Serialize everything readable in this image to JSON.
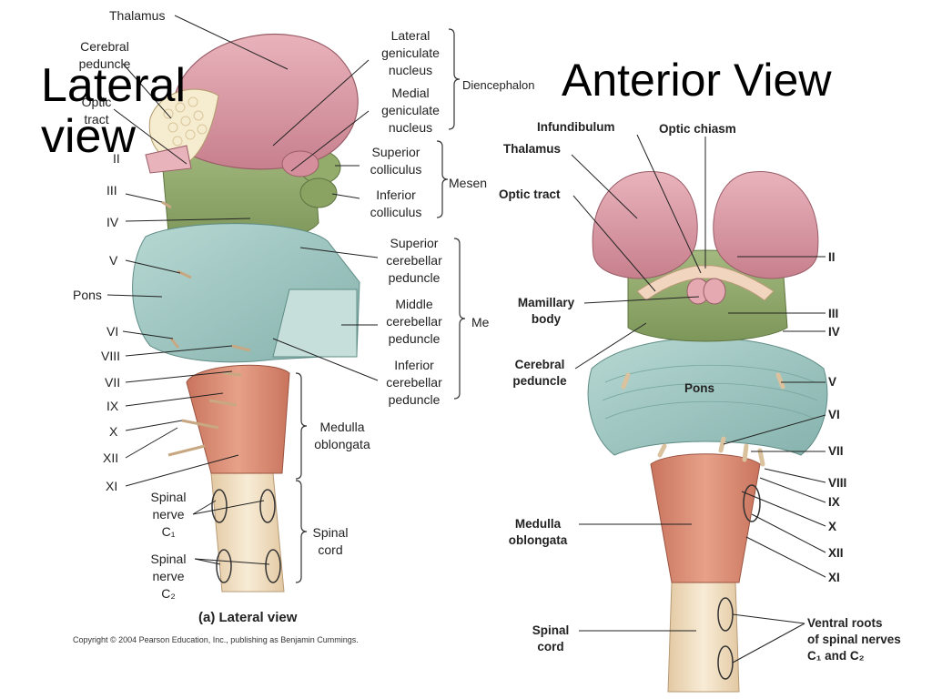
{
  "titles": {
    "lateral": "Lateral view",
    "anterior": "Anterior View"
  },
  "lateral": {
    "caption": "(a) Lateral view",
    "copyright": "Copyright © 2004 Pearson Education, Inc., publishing as Benjamin Cummings.",
    "labels": {
      "thalamus": "Thalamus",
      "cerebral_peduncle": "Cerebral\npeduncle",
      "optic_tract": "Optic\ntract",
      "ii": "II",
      "iii": "III",
      "iv": "IV",
      "v": "V",
      "pons": "Pons",
      "vi": "VI",
      "viii": "VIII",
      "vii": "VII",
      "ix": "IX",
      "x": "X",
      "xii": "XII",
      "xi": "XI",
      "lateral_geniculate": "Lateral\ngeniculate\nnucleus",
      "medial_geniculate": "Medial\ngeniculate\nnucleus",
      "diencephalon": "Diencephalon",
      "superior_colliculus": "Superior\ncolliculus",
      "inferior_colliculus": "Inferior\ncolliculus",
      "mesencephalon": "Mesen",
      "superior_cerebellar_peduncle": "Superior\ncerebellar\npeduncle",
      "middle_cerebellar_peduncle": "Middle\ncerebellar\npeduncle",
      "metencephalon": "Me",
      "inferior_cerebellar_peduncle": "Inferior\ncerebellar\npeduncle",
      "medulla_oblongata": "Medulla\noblongata",
      "spinal_nerve_c1": "Spinal\nnerve\nC₁",
      "spinal_nerve_c2": "Spinal\nnerve\nC₂",
      "spinal_cord": "Spinal\ncord"
    }
  },
  "anterior": {
    "labels": {
      "infundibulum": "Infundibulum",
      "optic_chiasm": "Optic chiasm",
      "thalamus": "Thalamus",
      "optic_tract": "Optic tract",
      "mamillary_body": "Mamillary\nbody",
      "cerebral_peduncle": "Cerebral\npeduncle",
      "pons": "Pons",
      "medulla_oblongata": "Medulla\noblongata",
      "spinal_cord": "Spinal\ncord",
      "ii": "II",
      "iii": "III",
      "iv": "IV",
      "v": "V",
      "vi": "VI",
      "vii": "VII",
      "viii": "VIII",
      "ix": "IX",
      "x": "X",
      "xii": "XII",
      "xi": "XI",
      "ventral_roots": "Ventral roots\nof spinal nerves\nC₁ and C₂"
    }
  },
  "colors": {
    "thalamus_pink": "#d99aa5",
    "midbrain_green": "#8fa86a",
    "pons_teal": "#9fc7c2",
    "medulla_salmon": "#d98770",
    "nerve_cream": "#f3e2c4"
  }
}
